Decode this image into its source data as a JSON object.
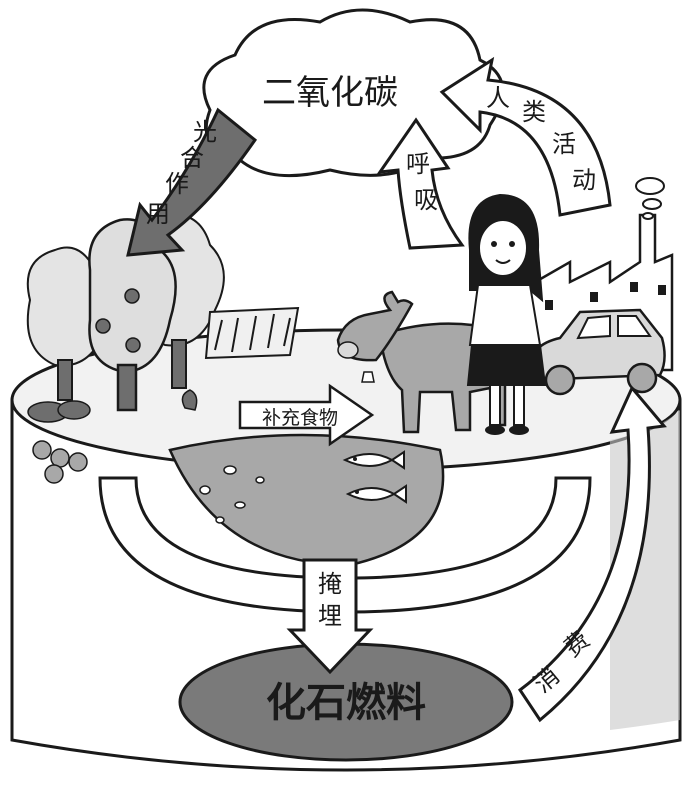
{
  "labels": {
    "co2": "二氧化碳",
    "photosynthesis": [
      "光",
      "合",
      "作",
      "用"
    ],
    "respiration": [
      "呼",
      "吸"
    ],
    "human_activity": [
      "人",
      "类",
      "活",
      "动"
    ],
    "food_supply": "补充食物",
    "burial": [
      "掩",
      "埋"
    ],
    "consumption": [
      "消",
      "费"
    ],
    "fossil_fuel": "化石燃料"
  },
  "colors": {
    "ink": "#1a1a1a",
    "light_gray": "#d9d9d9",
    "mid_gray": "#a8a8a8",
    "dark_gray": "#6e6e6e",
    "fuel_gray": "#7a7a7a",
    "paper": "#ffffff"
  }
}
